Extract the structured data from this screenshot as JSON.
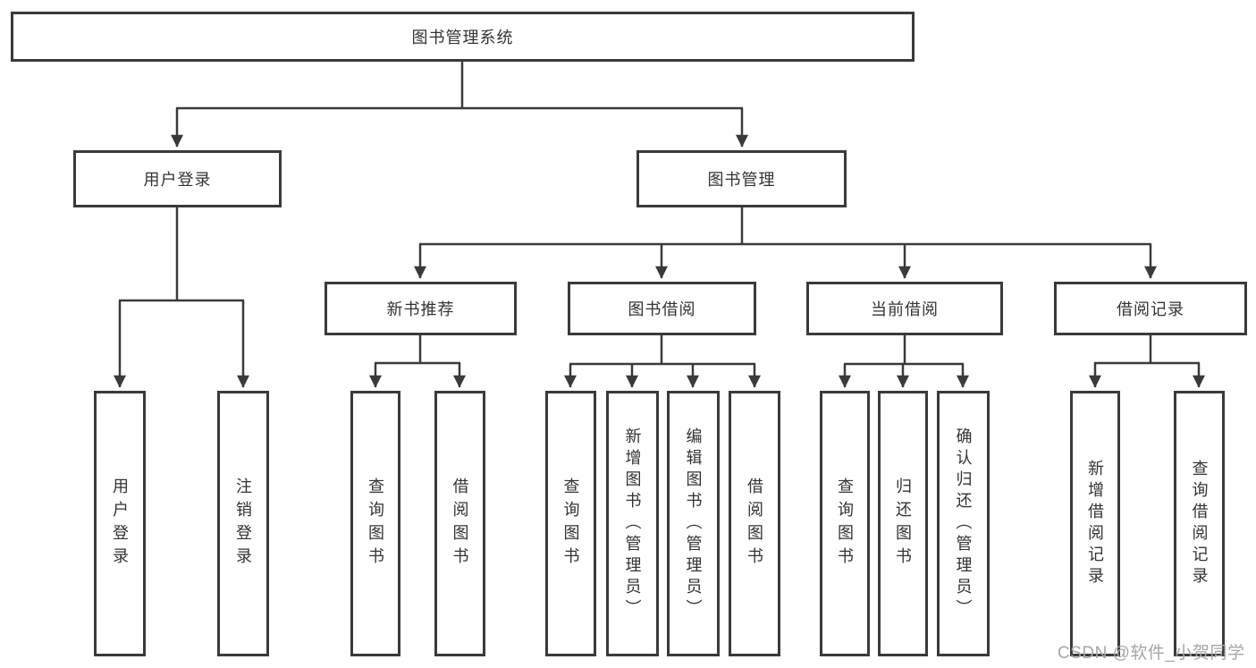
{
  "diagram": {
    "type": "hierarchy-tree",
    "colors": {
      "line": "#3a3a3a",
      "box_border": "#3a3a3a",
      "box_fill": "#ffffff",
      "text": "#333333",
      "watermark": "#a6a6a6",
      "background": "#ffffff"
    },
    "tree": {
      "label": "图书管理系统",
      "children": [
        {
          "label": "用户登录",
          "children": [
            {
              "label": "用户登录"
            },
            {
              "label": "注销登录"
            }
          ]
        },
        {
          "label": "图书管理",
          "children": [
            {
              "label": "新书推荐",
              "children": [
                {
                  "label": "查询图书"
                },
                {
                  "label": "借阅图书"
                }
              ]
            },
            {
              "label": "图书借阅",
              "children": [
                {
                  "label": "查询图书"
                },
                {
                  "label": "新增图书（管理员）"
                },
                {
                  "label": "编辑图书（管理员）"
                },
                {
                  "label": "借阅图书"
                }
              ]
            },
            {
              "label": "当前借阅",
              "children": [
                {
                  "label": "查询图书"
                },
                {
                  "label": "归还图书"
                },
                {
                  "label": "确认归还（管理员）"
                }
              ]
            },
            {
              "label": "借阅记录",
              "children": [
                {
                  "label": "新增借阅记录"
                },
                {
                  "label": "查询借阅记录"
                }
              ]
            }
          ]
        }
      ]
    },
    "watermark": {
      "text": "CSDN @软件_小贺同学"
    }
  }
}
